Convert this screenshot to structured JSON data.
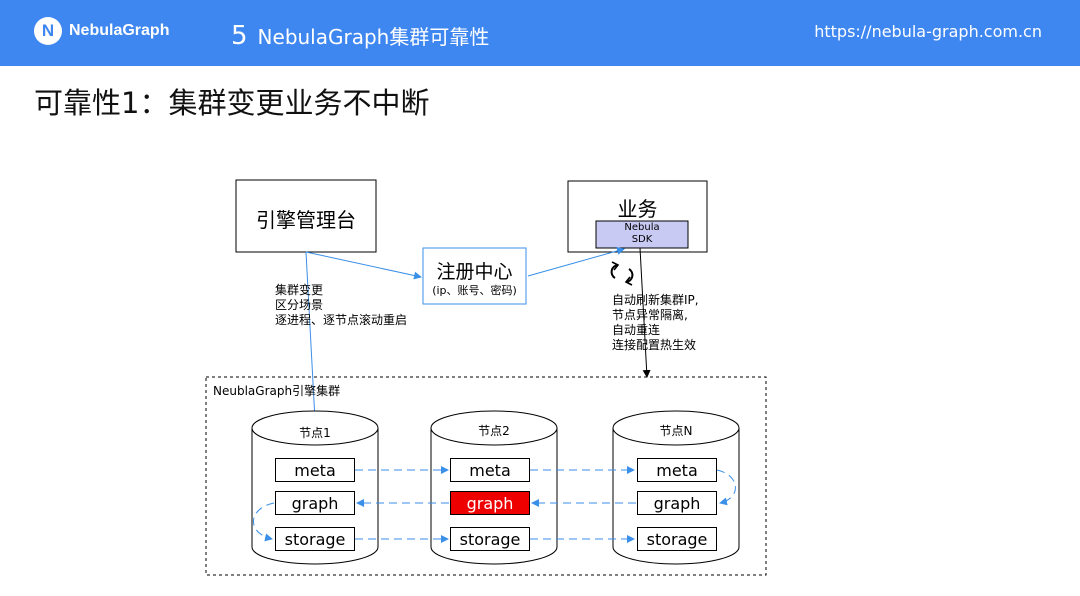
{
  "header": {
    "logo_text": "NebulaGraph",
    "section_number": "5",
    "section_title": "NebulaGraph集群可靠性",
    "url": "https://nebula-graph.com.cn"
  },
  "page_title": "可靠性1：集群变更业务不中断",
  "diagram": {
    "engine_console": "引擎管理台",
    "business": "业务",
    "sdk": "Nebula SDK",
    "registry_title": "注册中心",
    "registry_sub": "(ip、账号、密码)",
    "left_note": "集群变更\n区分场景\n逐进程、逐节点滚动重启",
    "right_note": "自动刷新集群IP,\n节点异常隔离,\n自动重连\n连接配置热生效",
    "cluster_label": "NeublaGraph引擎集群",
    "nodes": [
      {
        "name": "节点1",
        "components": [
          "meta",
          "graph",
          "storage"
        ]
      },
      {
        "name": "节点2",
        "components": [
          "meta",
          "graph",
          "storage"
        ]
      },
      {
        "name": "节点N",
        "components": [
          "meta",
          "graph",
          "storage"
        ]
      }
    ],
    "colors": {
      "header": "#3f87f0",
      "arrow": "#3a8fe8",
      "failed": "#ee0000",
      "sdk_fill": "#c9caf3"
    }
  }
}
